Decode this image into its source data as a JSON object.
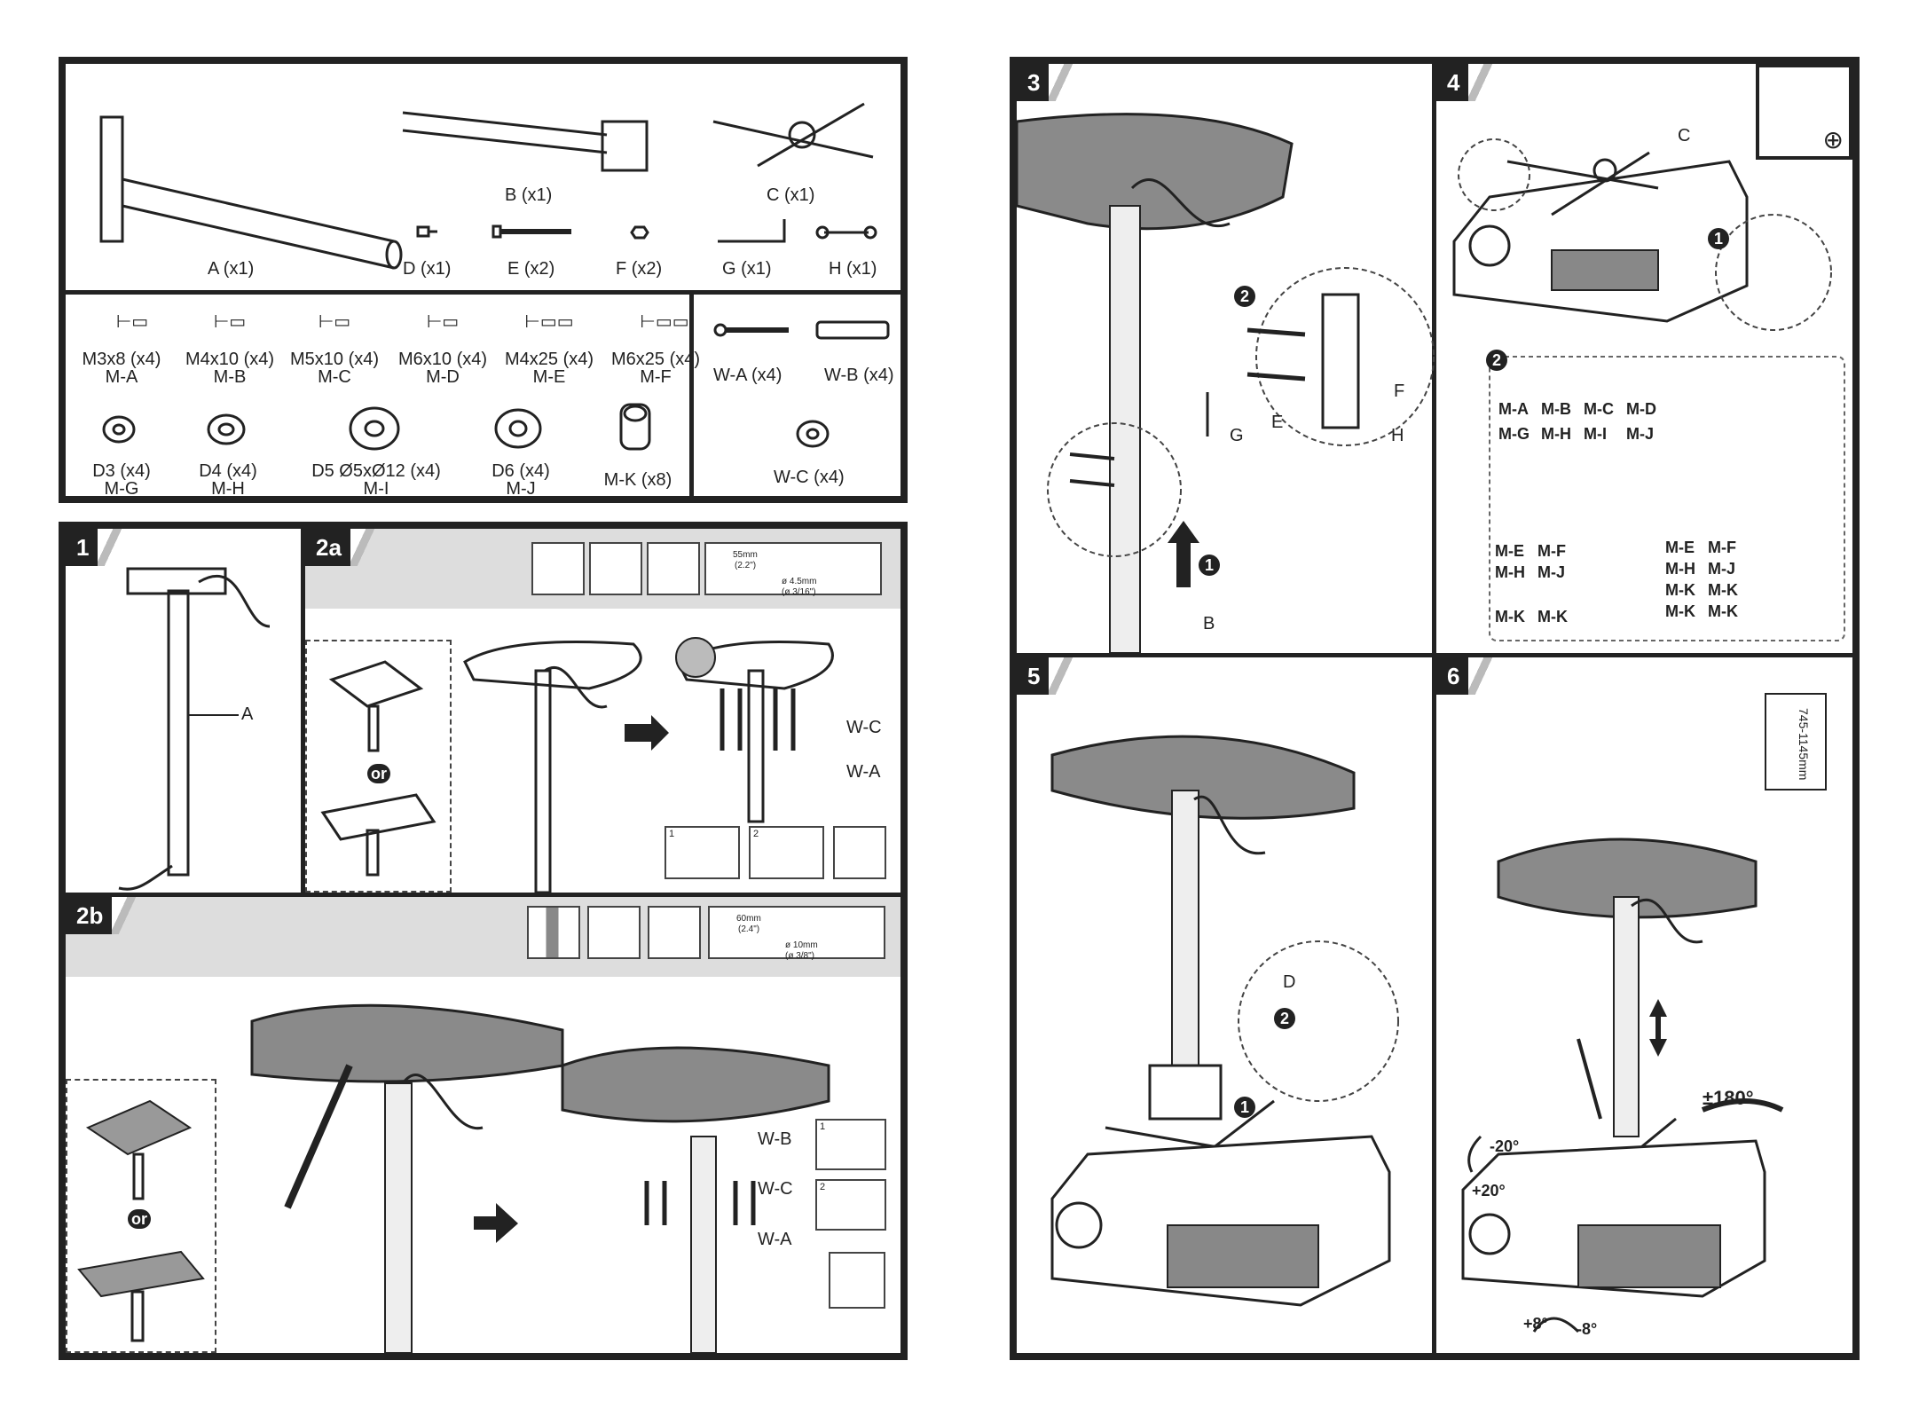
{
  "parts_top": [
    {
      "id": "a",
      "label": "A (x1)"
    },
    {
      "id": "b",
      "label": "B (x1)"
    },
    {
      "id": "c",
      "label": "C (x1)"
    },
    {
      "id": "d",
      "label": "D (x1)"
    },
    {
      "id": "e",
      "label": "E (x2)"
    },
    {
      "id": "f",
      "label": "F (x2)"
    },
    {
      "id": "g",
      "label": "G (x1)"
    },
    {
      "id": "h",
      "label": "H (x1)"
    }
  ],
  "screws": [
    {
      "size": "M3x8 (x4)",
      "code": "M-A"
    },
    {
      "size": "M4x10 (x4)",
      "code": "M-B"
    },
    {
      "size": "M5x10 (x4)",
      "code": "M-C"
    },
    {
      "size": "M6x10 (x4)",
      "code": "M-D"
    },
    {
      "size": "M4x25 (x4)",
      "code": "M-E"
    },
    {
      "size": "M6x25 (x4)",
      "code": "M-F"
    }
  ],
  "washers": [
    {
      "size": "D3 (x4)",
      "code": "M-G"
    },
    {
      "size": "D4 (x4)",
      "code": "M-H"
    },
    {
      "size": "D5 Ø5xØ12 (x4)",
      "code": "M-I"
    },
    {
      "size": "D6 (x4)",
      "code": "M-J"
    },
    {
      "size": "M-K (x8)",
      "code": ""
    }
  ],
  "wall_parts": {
    "wa": "W-A (x4)",
    "wb": "W-B (x4)",
    "wc": "W-C (x4)"
  },
  "steps": {
    "s1": {
      "num": "1",
      "label_a": "A"
    },
    "s2a": {
      "num": "2a",
      "or": "or",
      "wc": "W-C",
      "wa": "W-A",
      "dim1": "55mm",
      "dim2": "(2.2\")",
      "dim3": "ø 4.5mm",
      "dim4": "(ø 3/16\")",
      "t1": "1",
      "t2": "2"
    },
    "s2b": {
      "num": "2b",
      "or": "or",
      "wb": "W-B",
      "wc": "W-C",
      "wa": "W-A",
      "dim1": "60mm",
      "dim2": "(2.4\")",
      "dim3": "ø 10mm",
      "dim4": "(ø 3/8\")",
      "t1": "1",
      "t2": "2"
    },
    "s3": {
      "num": "3",
      "g": "G",
      "e": "E",
      "f": "F",
      "h": "H",
      "b": "B",
      "c1": "1",
      "c2": "2"
    },
    "s4": {
      "num": "4",
      "c": "C",
      "c1": "1",
      "c2": "2",
      "grid_a": [
        [
          "M-A",
          "M-B",
          "M-C",
          "M-D"
        ],
        [
          "M-G",
          "M-H",
          "M-I",
          "M-J"
        ]
      ],
      "grid_b": [
        [
          "M-E",
          "M-F"
        ],
        [
          "M-H",
          "M-J"
        ],
        [
          "",
          ""
        ],
        [
          "M-K",
          "M-K"
        ]
      ],
      "grid_c": [
        [
          "M-E",
          "M-F"
        ],
        [
          "M-H",
          "M-J"
        ],
        [
          "M-K",
          "M-K"
        ],
        [
          "M-K",
          "M-K"
        ]
      ]
    },
    "s5": {
      "num": "5",
      "d": "D",
      "c1": "1",
      "c2": "2"
    },
    "s6": {
      "num": "6",
      "range": "745-1145mm",
      "rot": "±180°",
      "tilt_up": "-20°",
      "tilt_dn": "+20°",
      "swivel_l": "+8°",
      "swivel_r": "-8°"
    }
  }
}
